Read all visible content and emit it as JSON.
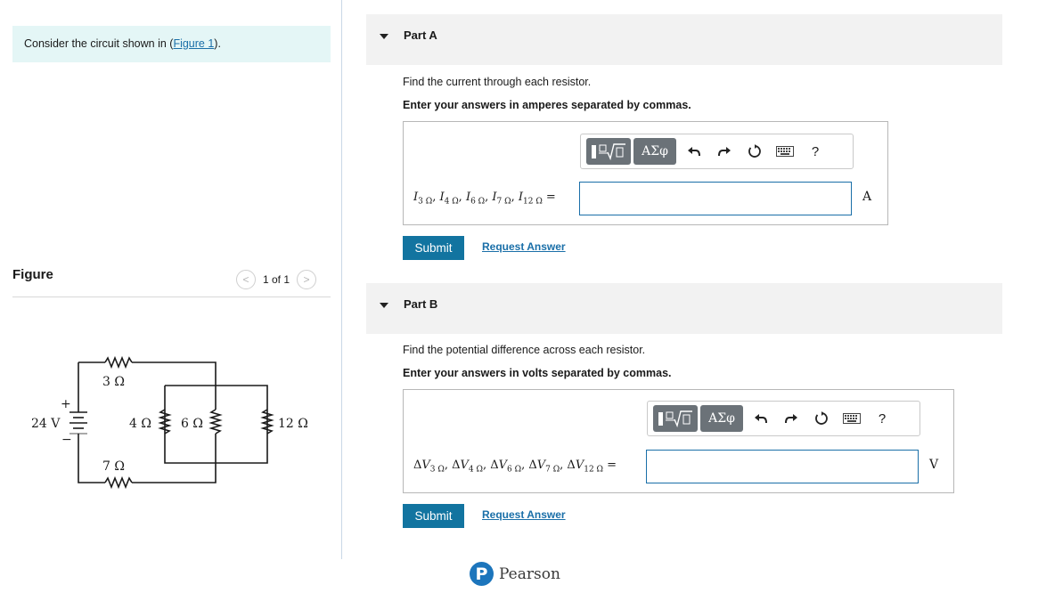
{
  "left": {
    "intro_text": "Consider the circuit shown in (",
    "intro_link": "Figure 1",
    "intro_after": ").",
    "figure_title": "Figure",
    "pager_text": "1 of 1",
    "circuit": {
      "source_label": "24 V",
      "plus": "+",
      "minus": "−",
      "r_top": "3 Ω",
      "r_bottom": "7 Ω",
      "r_4": "4 Ω",
      "r_6": "6 Ω",
      "r_12": "12 Ω"
    }
  },
  "partA": {
    "title": "Part A",
    "question": "Find the current through each resistor.",
    "instruction": "Enter your answers in amperes separated by commas.",
    "toolbar": {
      "templates_icon": "fraction-root-icon",
      "greek": "ΑΣφ"
    },
    "expr_suffix": " =",
    "unit": "A",
    "submit": "Submit",
    "request": "Request Answer"
  },
  "partB": {
    "title": "Part B",
    "question": "Find the potential difference across each resistor.",
    "instruction": "Enter your answers in volts separated by commas.",
    "toolbar": {
      "templates_icon": "fraction-root-icon",
      "greek": "ΑΣφ"
    },
    "expr_suffix": " =",
    "unit": "V",
    "submit": "Submit",
    "request": "Request Answer"
  },
  "footer": {
    "brand_letter": "P",
    "brand": "Pearson"
  },
  "colors": {
    "accent": "#1274a0",
    "intro_bg": "#e4f6f6",
    "link": "#1a6fa8"
  }
}
